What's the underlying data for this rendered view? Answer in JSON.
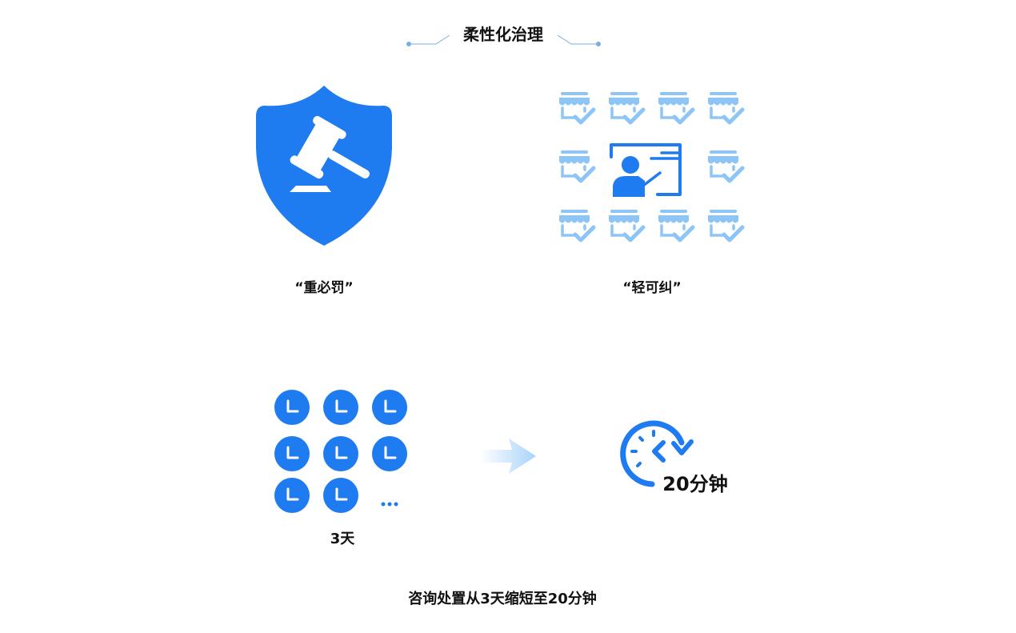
{
  "title": "柔性化治理",
  "colors": {
    "primary": "#1f7bf0",
    "light": "#8ec5f7",
    "line": "#7aaee0"
  },
  "left_panel": {
    "label": "“重必罚”",
    "icon": "shield-gavel-icon"
  },
  "right_panel": {
    "label": "“轻可纠”",
    "icon": "presenter-with-stores-icon"
  },
  "before": {
    "label": "3天",
    "icon": "clock-icon",
    "ellipsis": "..."
  },
  "after": {
    "label": "20分钟",
    "icon": "clock-fast-icon"
  },
  "summary": "咨询处置从3天缩短至20分钟"
}
